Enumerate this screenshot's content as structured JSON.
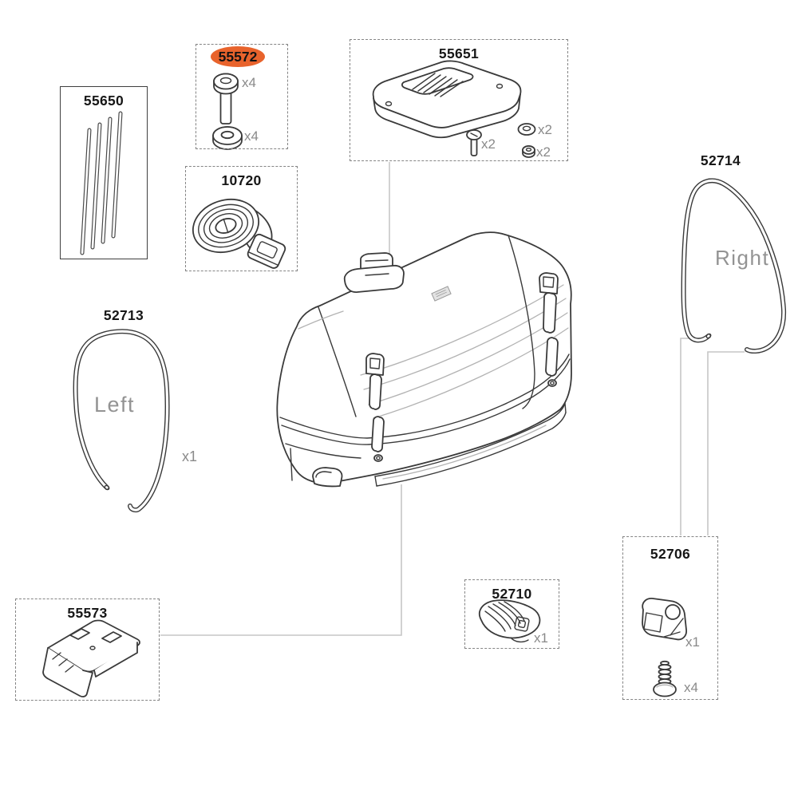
{
  "colors": {
    "highlight_orange": "#e8632c",
    "line_dark": "#3a3a3a",
    "leader_gray": "#c6c6c6",
    "muted_text": "#8a8a8a"
  },
  "parts": {
    "p55650": {
      "number": "55650"
    },
    "p55572": {
      "number": "55572",
      "bolt_qty": "x4",
      "washer_qty": "x4"
    },
    "p10720": {
      "number": "10720"
    },
    "p55651": {
      "number": "55651",
      "screw_qty": "x2",
      "washer_qty": "x2",
      "nut_qty": "x2"
    },
    "p52713": {
      "number": "52713",
      "side_label": "Left",
      "qty": "x1"
    },
    "p52714": {
      "number": "52714",
      "side_label": "Right"
    },
    "p55573": {
      "number": "55573"
    },
    "p52710": {
      "number": "52710",
      "qty": "x1"
    },
    "p52706": {
      "number": "52706",
      "bracket_qty": "x1",
      "screw_qty": "x4"
    }
  }
}
